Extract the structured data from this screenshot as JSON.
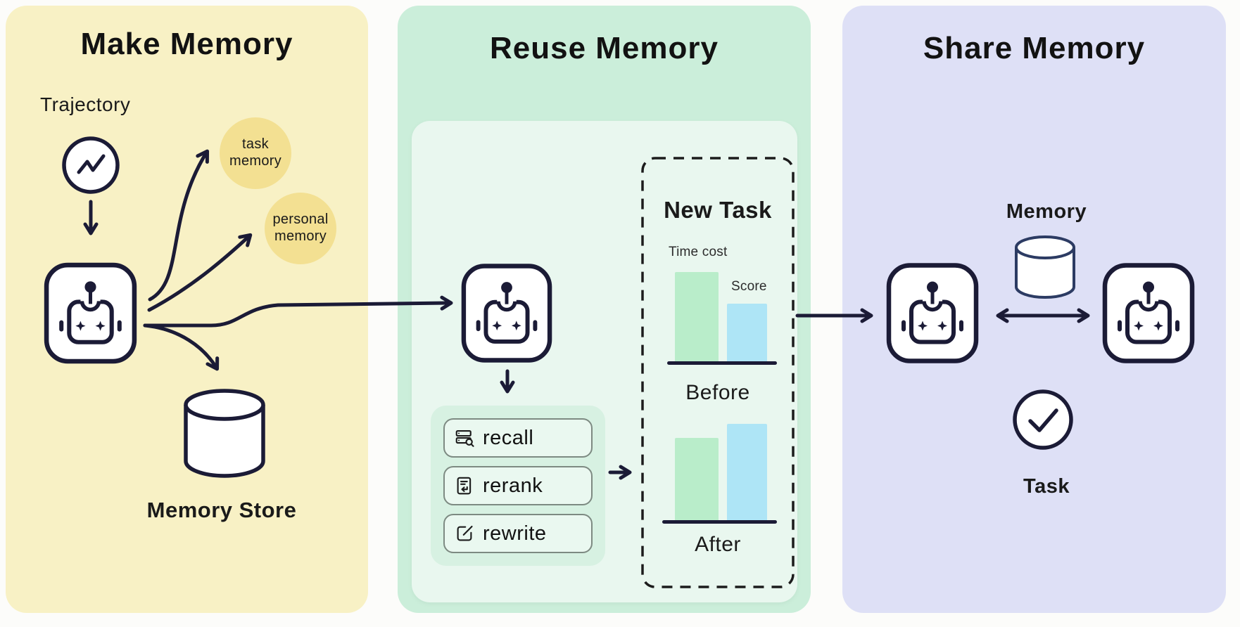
{
  "colors": {
    "page_bg": "#fcfcfa",
    "panel_yellow": "#f8f1c5",
    "memory_circle_yellow": "#f3e092",
    "panel_green_outer": "#cbeeda",
    "panel_green_inner": "#e9f7ef",
    "buttons_container_green": "#d7f1e2",
    "button_bg": "#eaf8f0",
    "button_border": "#7d8a82",
    "bar_green": "#b9edca",
    "bar_blue": "#aee5f6",
    "ink_stroke": "#1b1b36",
    "cylinder_blue_stroke": "#2c3b63",
    "text": "#161616"
  },
  "panels": {
    "make_memory": {
      "title": "Make Memory",
      "trajectory_label": "Trajectory",
      "task_memory_circle": {
        "line1": "task",
        "line2": "memory"
      },
      "personal_memory_circle": {
        "line1": "personal",
        "line2": "memory"
      },
      "memory_store_label": "Memory Store",
      "icons": [
        "trajectory-zigzag-icon",
        "robot-agent-icon",
        "database-cylinder-icon"
      ]
    },
    "reuse_memory": {
      "title": "Reuse Memory",
      "buttons": [
        {
          "label": "recall",
          "icon": "list-search-icon"
        },
        {
          "label": "rerank",
          "icon": "document-return-icon"
        },
        {
          "label": "rewrite",
          "icon": "edit-square-icon"
        }
      ],
      "icons": [
        "robot-agent-icon"
      ]
    },
    "share_memory": {
      "title": "Share Memory",
      "memory_label": "Memory",
      "task_label": "Task",
      "icons": [
        "robot-agent-icon",
        "robot-agent-icon",
        "database-cylinder-icon",
        "check-circle-icon",
        "double-headed-arrow"
      ]
    }
  },
  "chart_data": {
    "type": "bar",
    "title": "New Task",
    "groups": [
      "Before",
      "After"
    ],
    "series_labels": [
      "Time cost",
      "Score"
    ],
    "values": {
      "before": {
        "time_cost": 0.92,
        "score": 0.6
      },
      "after": {
        "time_cost": 0.85,
        "score": 0.99
      }
    },
    "unit": "relative bar height, 1.0 = tallest bar (no numeric axis shown)",
    "grid": false,
    "legend_position": "labels above bars",
    "reading": "After reusing memory, time cost decreases and score increases"
  }
}
